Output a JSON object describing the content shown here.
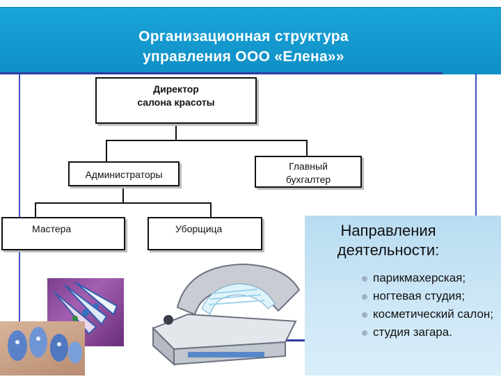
{
  "header": {
    "title_line1": "Организационная структура",
    "title_line2": "управления ООО «Елена»»"
  },
  "org_chart": {
    "director": {
      "line1": "Директор",
      "line2": "салона красоты"
    },
    "administrators": "Администраторы",
    "accountant": {
      "line1": "Главный",
      "line2": "бухгалтер"
    },
    "masters": "Мастера",
    "cleaner": "Уборщица"
  },
  "directions": {
    "heading_line1": "Направления",
    "heading_line2": "деятельности:",
    "items": [
      "парикмахерская;",
      "ногтевая студия;",
      "косметический салон;",
      "студия загара."
    ]
  },
  "colors": {
    "header_bg": "#1aa4d8",
    "frame": "#3d4fc2",
    "panel_bg": "#c6e4f5"
  }
}
